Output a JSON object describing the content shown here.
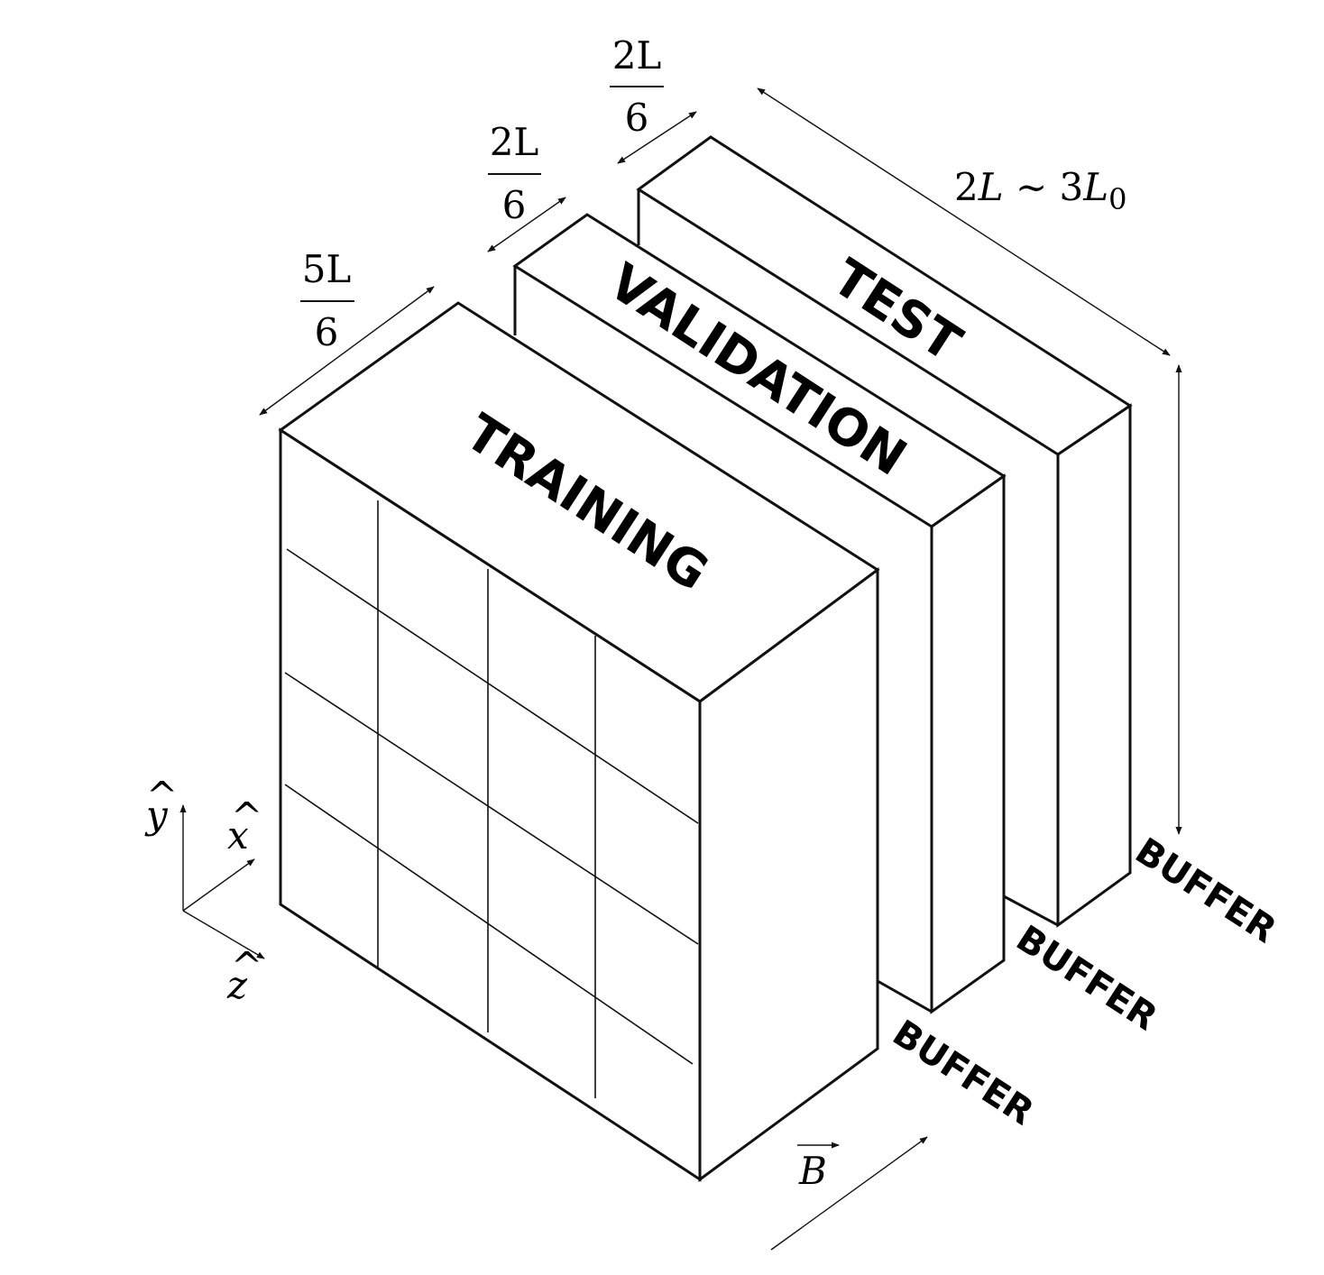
{
  "blocks": {
    "training": "TRAINING",
    "validation": "VALIDATION",
    "test": "TEST"
  },
  "buffers": [
    "BUFFER",
    "BUFFER",
    "BUFFER"
  ],
  "dimensions": {
    "training_depth": {
      "numerator": "5L",
      "denominator": "6"
    },
    "validation_depth": {
      "numerator": "2L",
      "denominator": "6"
    },
    "test_depth": {
      "numerator": "2L",
      "denominator": "6"
    },
    "length": {
      "coef": "2",
      "var": "L",
      "sep": " ~ ",
      "coef2": "3",
      "var2": "L",
      "sub": "0"
    }
  },
  "axes": {
    "x": "x",
    "y": "y",
    "z": "z",
    "hat": "^"
  },
  "field": {
    "symbol": "B",
    "arrow": "→"
  }
}
